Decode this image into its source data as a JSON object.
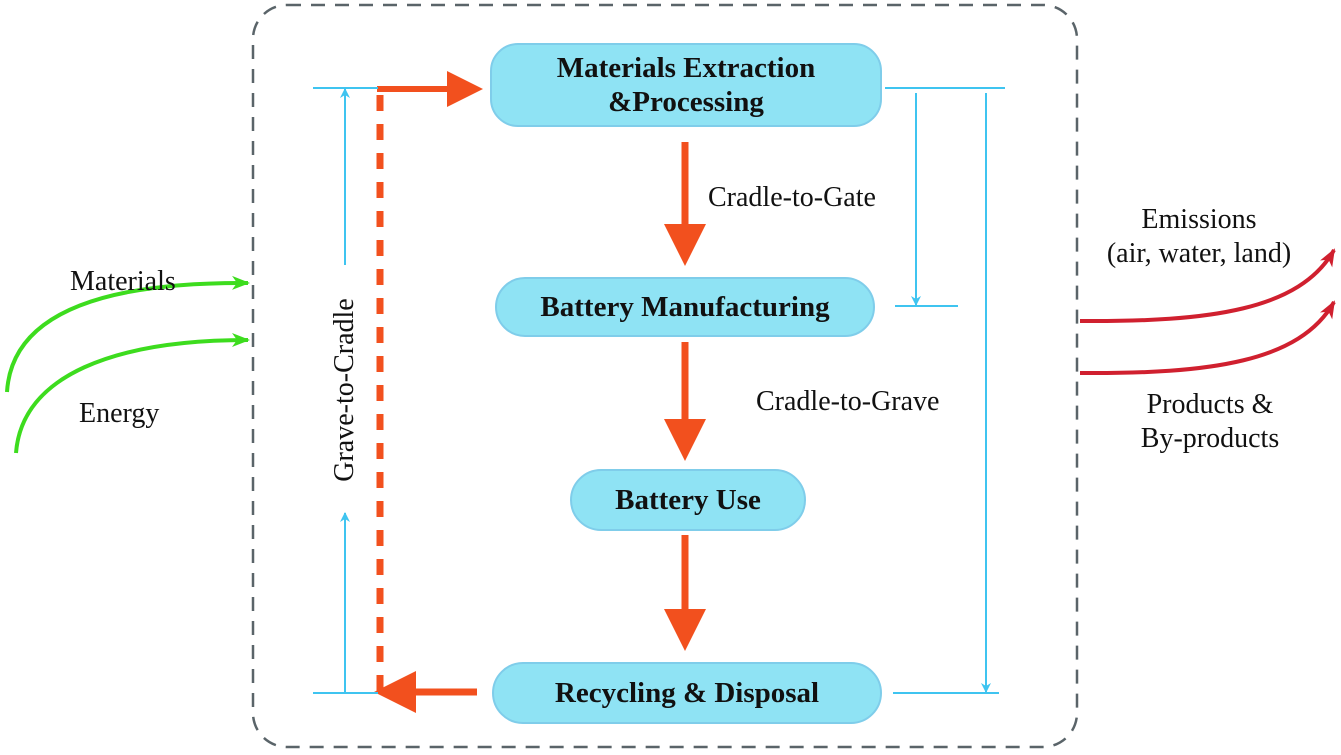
{
  "colors": {
    "node_fill": "#8fe3f4",
    "node_border": "#7fcdea",
    "flow_arrow": "#f2501e",
    "scope_line": "#3fc4f0",
    "input_arrow": "#3ddc1e",
    "output_arrow": "#d0202f",
    "boundary": "#5a6469"
  },
  "nodes": [
    {
      "id": "extraction",
      "label_line1": "Materials Extraction",
      "label_line2": "&Processing"
    },
    {
      "id": "manufacturing",
      "label": "Battery Manufacturing"
    },
    {
      "id": "use",
      "label": "Battery Use"
    },
    {
      "id": "recycling",
      "label": "Recycling & Disposal"
    }
  ],
  "scopes": {
    "cradle_to_gate": "Cradle-to-Gate",
    "cradle_to_grave": "Cradle-to-Grave",
    "grave_to_cradle": "Grave-to-Cradle"
  },
  "inputs": {
    "materials": "Materials",
    "energy": "Energy"
  },
  "outputs": {
    "emissions_line1": "Emissions",
    "emissions_line2": "(air, water, land)",
    "products_line1": "Products &",
    "products_line2": "By-products"
  }
}
